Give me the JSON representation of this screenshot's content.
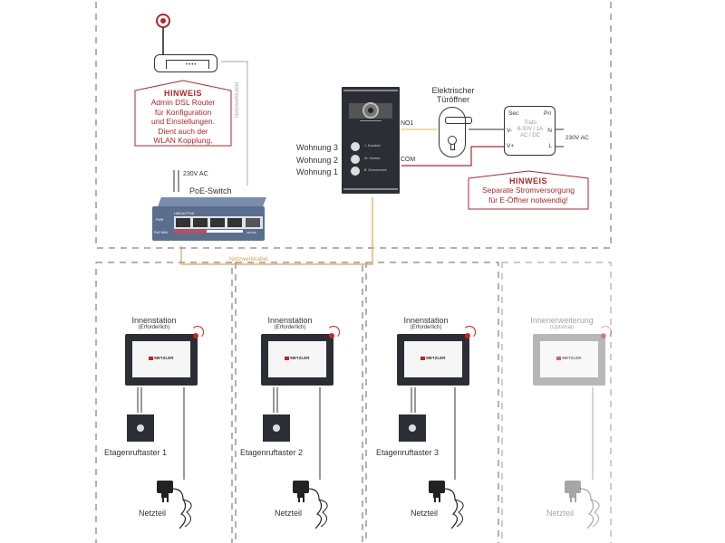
{
  "top_section": {
    "router": {
      "hint_title": "HINWEIS",
      "hint_lines": [
        "Admin DSL Router",
        "für Konfiguration",
        "und Einstellungen.",
        "Dient auch der",
        "WLAN Kopplung."
      ],
      "cable_label": "Netzwerkkabel"
    },
    "poe_switch": {
      "label": "PoE-Switch",
      "power_label": "230V AC",
      "port_labels": [
        "LINK/ACT",
        "PoE",
        "PWR",
        "PoE MAX",
        "UPLINK"
      ],
      "cable_label": "Netzwerkkabel"
    },
    "outdoor_station": {
      "buttons": [
        {
          "apartment": "Wohnung 3",
          "name_tag": "J. Kowalski"
        },
        {
          "apartment": "Wohnung 2",
          "name_tag": "Dr. Hansen"
        },
        {
          "apartment": "Wohnung 1",
          "name_tag": "B. Zimmermann"
        }
      ],
      "terminal_no": "NO1",
      "terminal_com": "COM"
    },
    "door_opener": {
      "title_line1": "Elektrischer",
      "title_line2": "Türöffner"
    },
    "transformer": {
      "sec": "Sec",
      "pri": "Pri",
      "v_minus": "V-",
      "v_plus": "V+",
      "n": "N",
      "l": "L",
      "title": "Trafo",
      "spec_line1": "8-30V / 1A",
      "spec_line2": "AC / DC",
      "mains_label": "230V AC"
    },
    "power_hint": {
      "title": "HINWEIS",
      "lines": [
        "Separate Stromversorgung",
        "für E-Öffner notwendig!"
      ]
    }
  },
  "bottom_section": {
    "brand": "METZLER",
    "units": [
      {
        "title": "Innenstation",
        "subtitle": "(Erforderlich)",
        "button_label": "Etagenruftaster 1",
        "psu_label": "Netzteil",
        "optional": false
      },
      {
        "title": "Innenstation",
        "subtitle": "(Erforderlich)",
        "button_label": "Etagenruftaster 2",
        "psu_label": "Netzteil",
        "optional": false
      },
      {
        "title": "Innenstation",
        "subtitle": "(Erforderlich)",
        "button_label": "Etagenruftaster 3",
        "psu_label": "Netzteil",
        "optional": false
      },
      {
        "title": "Innenerweiterung",
        "subtitle": "(Optional)",
        "button_label": "",
        "psu_label": "Netzteil",
        "optional": true
      }
    ]
  },
  "colors": {
    "accent_red": "#b3262b",
    "cable_orange": "#e0a050",
    "cable_yellow": "#e8d060",
    "cable_gray": "#b8b8b8",
    "switch_blue": "#5a6f8e",
    "dark_device": "#2b2f35"
  }
}
